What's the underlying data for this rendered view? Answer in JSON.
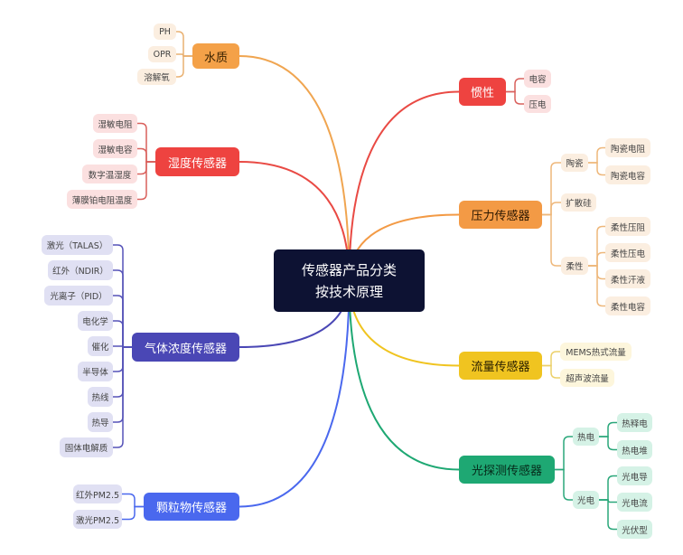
{
  "center": {
    "line1": "传感器产品分类",
    "line2": "按技术原理"
  },
  "branches": {
    "water": {
      "label": "水质",
      "color": "#f4a148",
      "children": [
        "PH",
        "OPR",
        "溶解氧"
      ]
    },
    "humidity": {
      "label": "湿度传感器",
      "color": "#ee4340",
      "children": [
        "湿敏电阻",
        "湿敏电容",
        "数字温湿度",
        "薄膜铂电阻温度"
      ]
    },
    "gas": {
      "label": "气体浓度传感器",
      "color": "#4a47b5",
      "children": [
        "激光（TALAS）",
        "红外（NDIR）",
        "光离子（PID）",
        "电化学",
        "催化",
        "半导体",
        "热线",
        "热导",
        "固体电解质"
      ]
    },
    "particle": {
      "label": "颗粒物传感器",
      "color": "#4a68ee",
      "children": [
        "红外PM2.5",
        "激光PM2.5"
      ]
    },
    "inertia": {
      "label": "惯性",
      "color": "#ee4340",
      "children": [
        "电容",
        "压电"
      ]
    },
    "pressure": {
      "label": "压力传感器",
      "color": "#f39a45",
      "children": [
        {
          "label": "陶瓷",
          "children": [
            "陶瓷电阻",
            "陶瓷电容"
          ]
        },
        {
          "label": "扩散硅"
        },
        {
          "label": "柔性",
          "children": [
            "柔性压阻",
            "柔性压电",
            "柔性汗液",
            "柔性电容"
          ]
        }
      ]
    },
    "flow": {
      "label": "流量传感器",
      "color": "#f0c420",
      "children": [
        "MEMS热式流量",
        "超声波流量"
      ]
    },
    "light": {
      "label": "光探测传感器",
      "color": "#1ea873",
      "children": [
        {
          "label": "热电",
          "children": [
            "热释电",
            "热电堆"
          ]
        },
        {
          "label": "光电",
          "children": [
            "光电导",
            "光电流",
            "光伏型"
          ]
        }
      ]
    }
  }
}
